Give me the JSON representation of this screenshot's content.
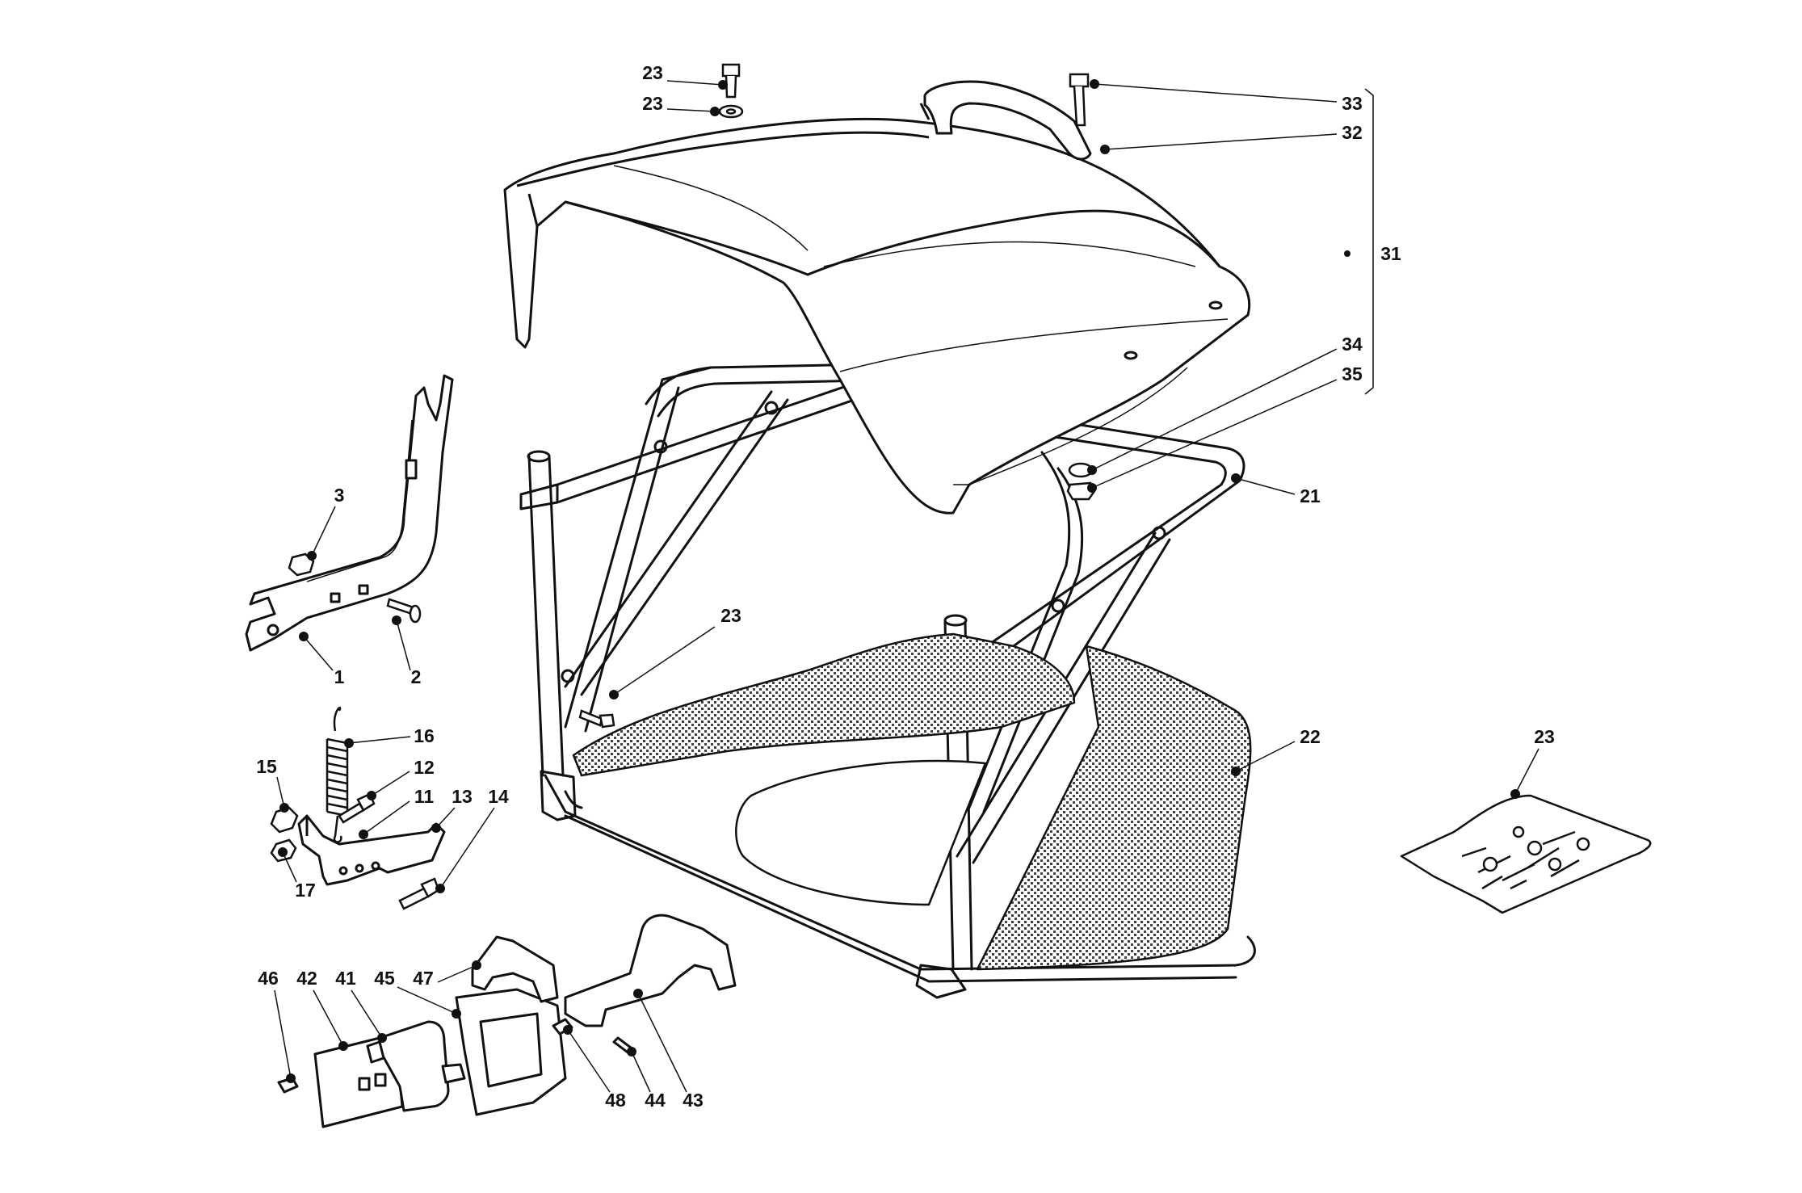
{
  "diagram": {
    "callouts": [
      {
        "id": "c23a",
        "label": "23"
      },
      {
        "id": "c23b",
        "label": "23"
      },
      {
        "id": "c33",
        "label": "33"
      },
      {
        "id": "c32",
        "label": "32"
      },
      {
        "id": "c31",
        "label": "31"
      },
      {
        "id": "c34",
        "label": "34"
      },
      {
        "id": "c35",
        "label": "35"
      },
      {
        "id": "c21",
        "label": "21"
      },
      {
        "id": "c3",
        "label": "3"
      },
      {
        "id": "c1",
        "label": "1"
      },
      {
        "id": "c2",
        "label": "2"
      },
      {
        "id": "c23c",
        "label": "23"
      },
      {
        "id": "c16",
        "label": "16"
      },
      {
        "id": "c15",
        "label": "15"
      },
      {
        "id": "c12",
        "label": "12"
      },
      {
        "id": "c11",
        "label": "11"
      },
      {
        "id": "c13",
        "label": "13"
      },
      {
        "id": "c14",
        "label": "14"
      },
      {
        "id": "c17",
        "label": "17"
      },
      {
        "id": "c22",
        "label": "22"
      },
      {
        "id": "c23d",
        "label": "23"
      },
      {
        "id": "c46",
        "label": "46"
      },
      {
        "id": "c42",
        "label": "42"
      },
      {
        "id": "c41",
        "label": "41"
      },
      {
        "id": "c45",
        "label": "45"
      },
      {
        "id": "c47",
        "label": "47"
      },
      {
        "id": "c48",
        "label": "48"
      },
      {
        "id": "c44",
        "label": "44"
      },
      {
        "id": "c43",
        "label": "43"
      }
    ],
    "colors": {
      "ink": "#111111",
      "mesh": "#bcbcbc",
      "paper": "#ffffff"
    }
  }
}
